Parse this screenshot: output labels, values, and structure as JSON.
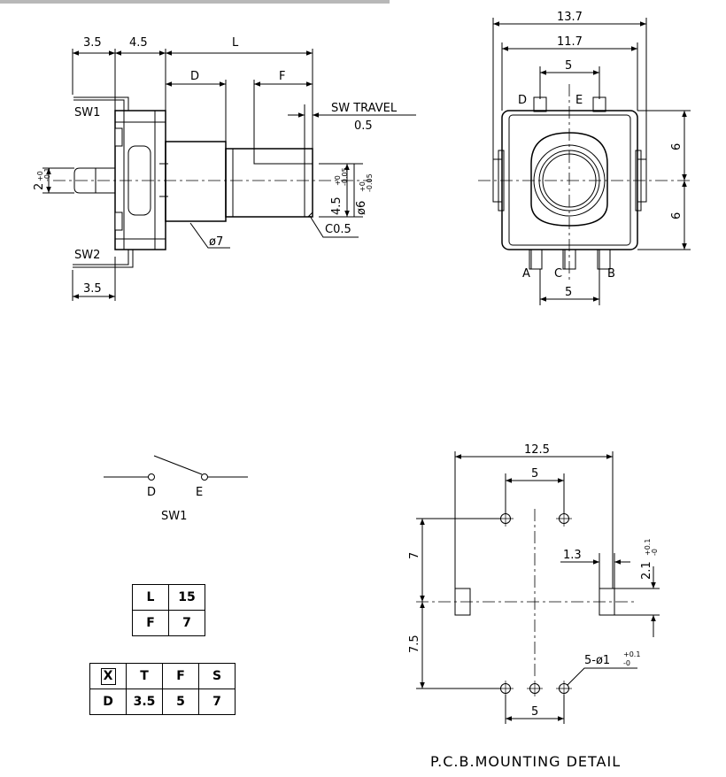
{
  "side_view": {
    "dims": {
      "d_3_5_top": "3.5",
      "d_4_5": "4.5",
      "d_L": "L",
      "d_D": "D",
      "d_F": "F",
      "sw_travel": "SW TRAVEL",
      "sw_travel_value": "0.5",
      "d_4_5_tol": "4.5",
      "d_6_tol": "ø6",
      "chamfer": "C0.5",
      "dia_7": "ø7",
      "d_2_tol": "2",
      "d_3_5_bottom": "3.5"
    },
    "labels": {
      "sw1": "SW1",
      "sw2": "SW2"
    }
  },
  "front_view": {
    "dims": {
      "w_13_7": "13.7",
      "w_11_7": "11.7",
      "w_5_top": "5",
      "h_6_top": "6",
      "h_6_bottom": "6",
      "w_5_bottom": "5"
    },
    "pins": {
      "d": "D",
      "e": "E",
      "a": "A",
      "c": "C",
      "b": "B"
    }
  },
  "switch_schematic": {
    "d": "D",
    "e": "E",
    "caption": "SW1"
  },
  "table_lf": {
    "rows": [
      {
        "key": "L",
        "value": "15"
      },
      {
        "key": "F",
        "value": "7"
      }
    ]
  },
  "table_dtfs": {
    "headers": [
      "X",
      "T",
      "F",
      "S"
    ],
    "values": [
      "D",
      "3.5",
      "5",
      "7"
    ]
  },
  "pcb": {
    "dims": {
      "w_12_5": "12.5",
      "w_5_top": "5",
      "h_7": "7",
      "h_7_5": "7.5",
      "w_1_3": "1.3",
      "h_2_1": "2.1",
      "holes": "5-ø1",
      "w_5_bottom": "5"
    },
    "caption": "P.C.B.MOUNTING DETAIL"
  }
}
